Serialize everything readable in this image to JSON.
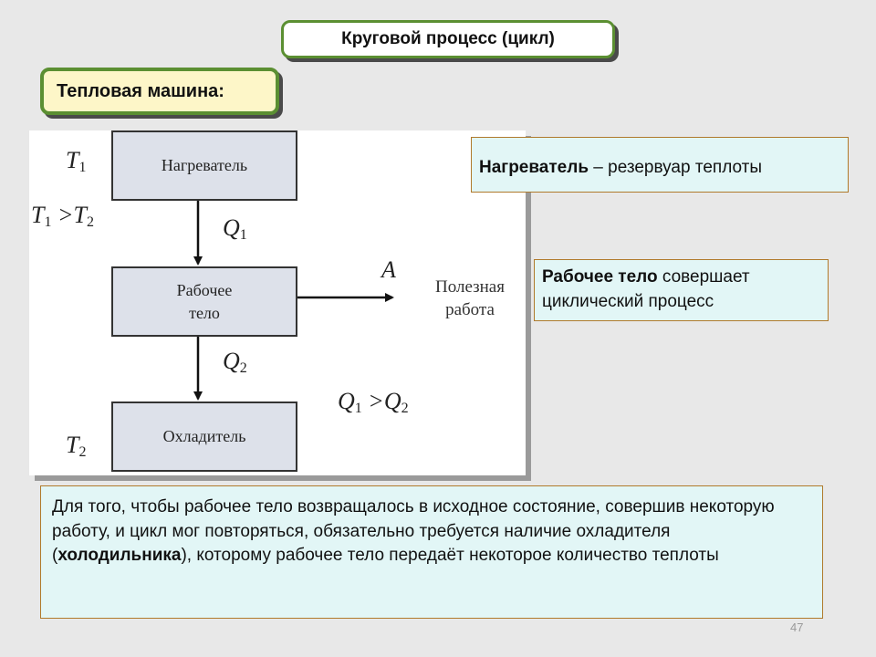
{
  "title": "Круговой процесс (цикл)",
  "machine_label": "Тепловая машина:",
  "diagram": {
    "heater": "Нагреватель",
    "working_body_line1": "Рабочее",
    "working_body_line2": "тело",
    "cooler": "Охладитель",
    "T1": "T",
    "T1_sub": "1",
    "T_compare_a": "T",
    "T_compare_a_sub": "1",
    "T_compare_op": " >T",
    "T_compare_b_sub": "2",
    "T2": "T",
    "T2_sub": "2",
    "Q1": "Q",
    "Q1_sub": "1",
    "Q2": "Q",
    "Q2_sub": "2",
    "A": "A",
    "useful_work_line1": "Полезная",
    "useful_work_line2": "работа",
    "Q_compare_a": "Q",
    "Q_compare_a_sub": "1",
    "Q_compare_op": " >Q",
    "Q_compare_b_sub": "2"
  },
  "notes": {
    "heater_bold": "Нагреватель",
    "heater_rest": " – резервуар теплоты",
    "body_bold": "Рабочее тело",
    "body_rest": " совершает циклический процесс",
    "bottom_part1": "Для того, чтобы рабочее тело возвращалось в исходное состояние, совершив некоторую работу, и цикл мог повторяться, обязательно требуется наличие охладителя (",
    "bottom_bold": "холодильника",
    "bottom_part2": "), которому рабочее тело передаёт некоторое количество теплоты"
  },
  "page_number": "47",
  "colors": {
    "frame_green": "#5b8f32",
    "note_fill": "#e2f6f6",
    "note_border": "#b07a2c",
    "block_fill": "#dde1ea",
    "background": "#e8e8e8"
  }
}
